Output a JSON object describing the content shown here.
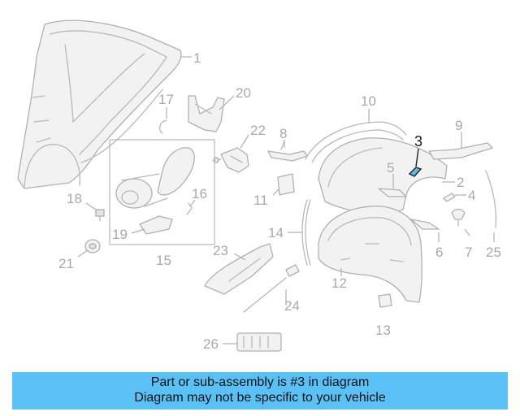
{
  "diagram": {
    "callouts": [
      "1",
      "2",
      "3",
      "4",
      "5",
      "6",
      "7",
      "8",
      "9",
      "10",
      "11",
      "12",
      "13",
      "14",
      "15",
      "16",
      "17",
      "18",
      "19",
      "20",
      "21",
      "22",
      "23",
      "24",
      "25",
      "26"
    ],
    "highlighted": "3",
    "colors": {
      "highlight": "#5bbbe8",
      "banner": "#59c1f5",
      "line": "#b8b8b8"
    }
  },
  "footer": {
    "line1": "Part or sub-assembly is #3 in diagram",
    "line2": "Diagram may not be specific to your vehicle"
  }
}
